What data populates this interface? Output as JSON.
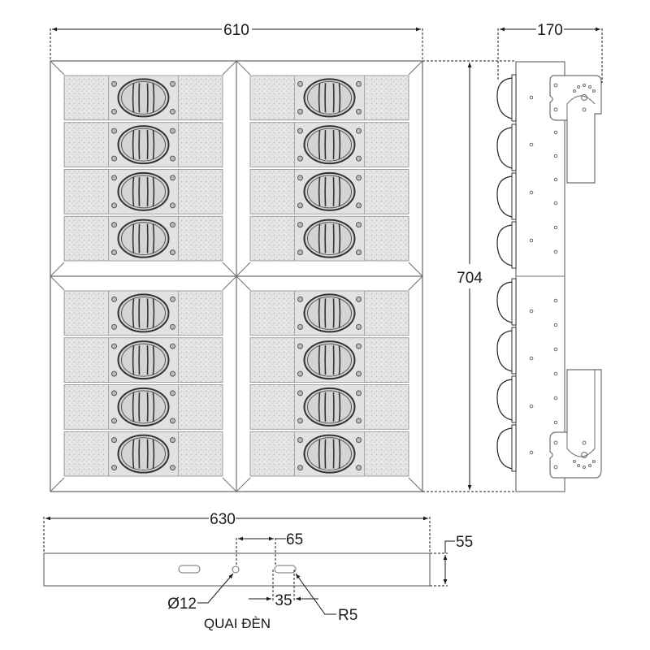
{
  "drawing": {
    "type": "technical-drawing",
    "subject": "LED floodlight module",
    "colors": {
      "line": "#6e6e6e",
      "dim_line": "#1a1a1a",
      "texture": "#d9d9d9",
      "background": "#ffffff"
    }
  },
  "front_view": {
    "width_dim": "610",
    "height_dim": "704",
    "panels": 4,
    "modules_per_panel": 4
  },
  "side_view": {
    "depth_dim": "170",
    "lens_count": 8
  },
  "bottom_view": {
    "length_dim": "630",
    "height_dim": "55",
    "hole_spacing_dim": "65",
    "slot_length_dim": "35",
    "hole_dia_dim": "Ø12",
    "slot_radius_dim": "R5",
    "bracket_label": "QUAI ĐÈN"
  }
}
